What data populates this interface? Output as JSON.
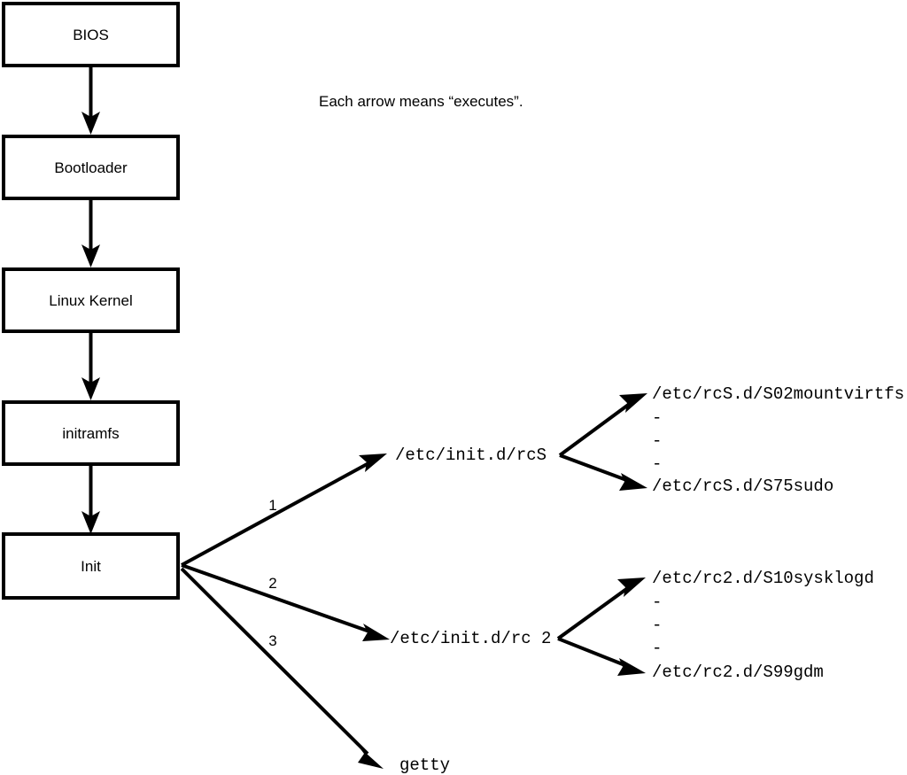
{
  "caption": {
    "text": "Each arrow means “executes”."
  },
  "colors": {
    "stroke": "#000000",
    "fill": "#ffffff",
    "background": "#ffffff"
  },
  "boot_chain": {
    "nodes": [
      {
        "id": "bios",
        "label": "BIOS"
      },
      {
        "id": "bootloader",
        "label": "Bootloader"
      },
      {
        "id": "kernel",
        "label": "Linux Kernel"
      },
      {
        "id": "initramfs",
        "label": "initramfs"
      },
      {
        "id": "init",
        "label": "Init"
      }
    ]
  },
  "init_branches": [
    {
      "number": "1",
      "target": "/etc/init.d/rcS"
    },
    {
      "number": "2",
      "target": "/etc/init.d/rc 2"
    },
    {
      "number": "3",
      "target": "getty"
    }
  ],
  "rcS_scripts": {
    "first": "/etc/rcS.d/S02mountvirtfs",
    "ellipsis": [
      "-",
      "-",
      "-"
    ],
    "last": "/etc/rcS.d/S75sudo"
  },
  "rc2_scripts": {
    "first": "/etc/rc2.d/S10sysklogd",
    "ellipsis": [
      "-",
      "-",
      "-"
    ],
    "last": "/etc/rc2.d/S99gdm"
  }
}
